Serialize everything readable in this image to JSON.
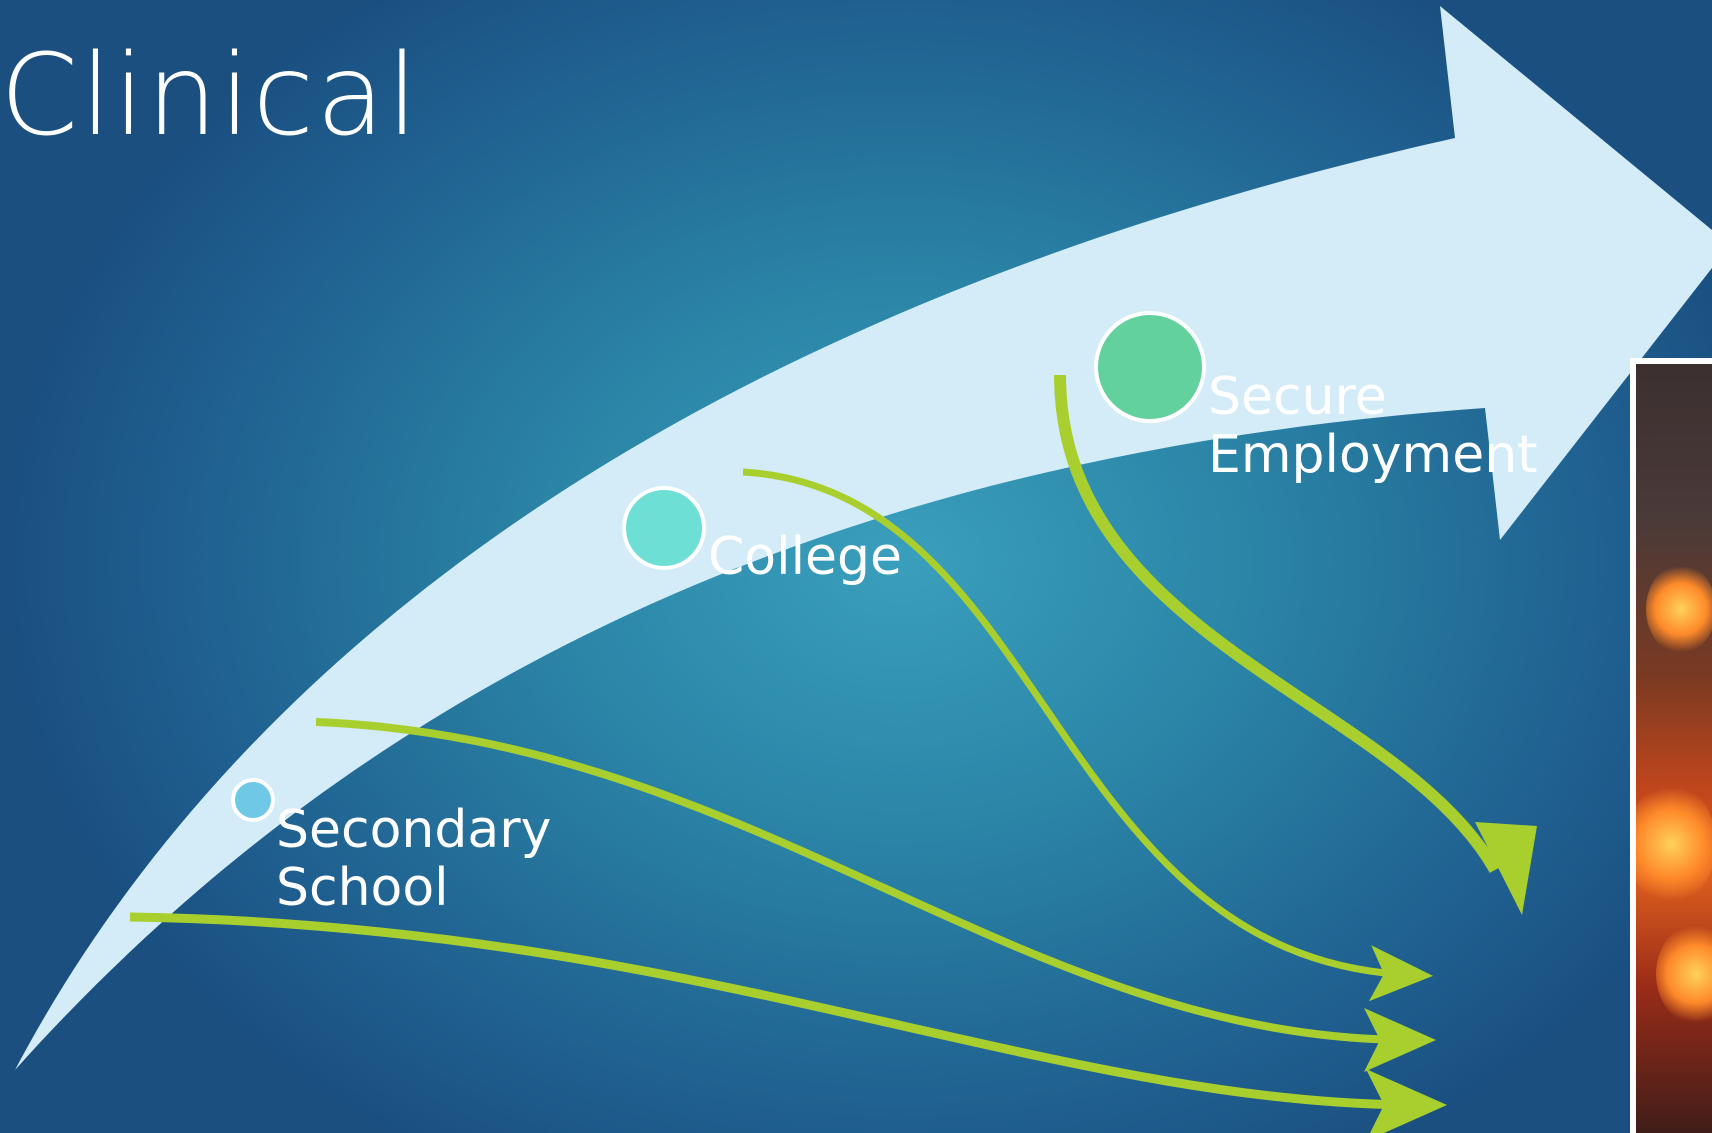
{
  "slide": {
    "title": "Clinical"
  },
  "stages": [
    {
      "id": "secondary-school",
      "label": "Secondary\nSchool",
      "color": "#6fc8e6"
    },
    {
      "id": "college",
      "label": "College",
      "color": "#6edfd4"
    },
    {
      "id": "secure-employment",
      "label": "Secure\nEmployment",
      "color": "#63d19d"
    }
  ],
  "colors": {
    "big_arrow": "#d4ecf7",
    "exit_arrows": "#a8cf2e",
    "marker_border": "#ffffff"
  },
  "icons": {
    "main_arrow": "curved-arrow-icon",
    "exit_arrows": "arrow-icon"
  }
}
